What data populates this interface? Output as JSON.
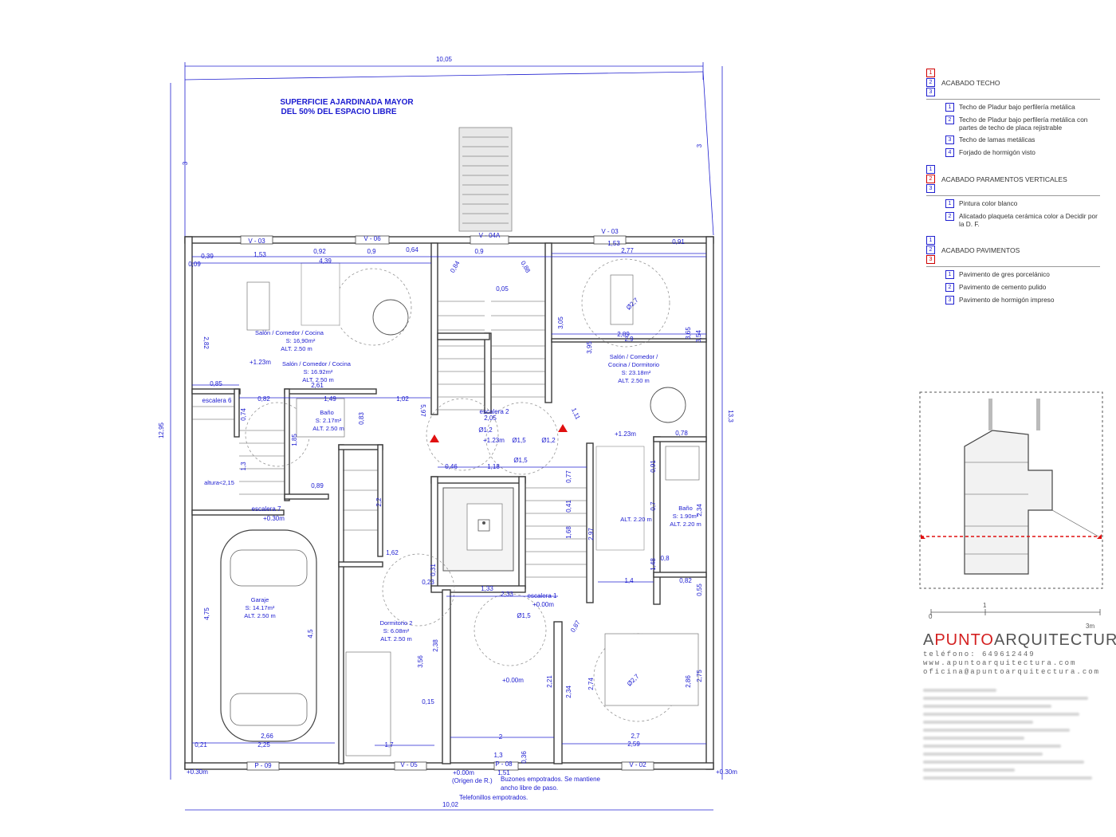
{
  "plan": {
    "total_width_top": "10,05",
    "total_width_bottom": "10,02",
    "total_height_left": "12,95",
    "total_height_right": "13,3",
    "garden_height_left": "3",
    "garden_height_right": "3",
    "garden_note_1": "SUPERFICIE AJARDINADA MAYOR",
    "garden_note_2": "DEL 50% DEL ESPACIO LIBRE",
    "windows": {
      "v03_left": "V - 03",
      "v06": "V - 06",
      "v04a": "V - 04A",
      "v03_right": "V - 03",
      "p09": "P - 09",
      "v05": "V - 05",
      "p08": "P - 08",
      "v02": "V - 02"
    },
    "rooms": {
      "salon1_name": "Salón / Comedor / Cocina",
      "salon1_area": "S: 16,90m²",
      "salon1_alt": "ALT. 2.50 m",
      "salon2_name": "Salón / Comedor / Cocina",
      "salon2_area": "S: 16.92m²",
      "salon2_alt": "ALT. 2.50 m",
      "salon3_name": "Salón / Comedor /",
      "salon3_name2": "Cocina / Dormitorio",
      "salon3_area": "S: 23.18m²",
      "salon3_alt": "ALT. 2.50 m",
      "bano1_name": "Baño",
      "bano1_area": "S: 2.17m²",
      "bano1_alt": "ALT. 2.50 m",
      "bano2_name": "Baño",
      "bano2_area": "S: 1.90m²",
      "bano2_alt": "ALT. 2.20 m",
      "garaje_name": "Garaje",
      "garaje_area": "S: 14.17m²",
      "garaje_alt": "ALT. 2.50 m",
      "dorm2_name": "Dormitorio 2",
      "dorm2_area": "S: 6.08m²",
      "dorm2_alt": "ALT. 2.50 m",
      "alt220": "ALT. 2.20 m"
    },
    "stairs": {
      "escalera2": "escalera 2",
      "escalera6": "escalera 6",
      "escalera7": "escalera 7",
      "escalera1": "escalera 1",
      "altura": "altura<2,15"
    },
    "levels": {
      "l123_a": "+1.23m",
      "l123_b": "+1.23m",
      "l123_c": "+1.23m",
      "l030_a": "+0.30m",
      "l030_b": "+0.30m",
      "l030_c": "+0.30m",
      "l000_a": "+0.00m",
      "l000_b": "+0.00m",
      "l000_c": "+0.00m",
      "origen": "(Origen de R.)"
    },
    "notes": {
      "buzones_1": "Buzones empotrados. Se mantiene",
      "buzones_2": "ancho libre de paso.",
      "telefonillos": "Telefonillos empotrados."
    },
    "dims": {
      "d039": "0,39",
      "d153": "1,53",
      "d092": "0,92",
      "d09": "0,9",
      "d064": "0,64",
      "d439": "4,39",
      "d009": "0,09",
      "d282": "2,82",
      "d085": "0,85",
      "d261": "2,61",
      "d082": "0,82",
      "d149": "1,49",
      "d102": "1,02",
      "d205": "2,05",
      "d597": "5,97",
      "d046": "0,46",
      "d118": "1,18",
      "d089": "0,89",
      "d185": "1,85",
      "d074": "0,74",
      "d13": "1,3",
      "d083": "0,83",
      "d22": "2,2",
      "d162": "1,62",
      "d031": "0,31",
      "d023": "0,23",
      "d133": "1,33",
      "d233": "2,33",
      "d475": "4,75",
      "d45": "4,5",
      "d266": "2,66",
      "d225": "2,25",
      "d021": "0,21",
      "d17": "1,7",
      "d356": "3,56",
      "d238": "2,38",
      "d015": "0,15",
      "d2": "2",
      "d13b": "1,3",
      "d151": "1,51",
      "d036": "0,36",
      "d221": "2,21",
      "d234": "2,34",
      "d274": "2,74",
      "d27": "2,7",
      "d259": "2,59",
      "d286": "2,86",
      "d275": "2,75",
      "d082b": "0,82",
      "d14": "1,4",
      "d055": "0,55",
      "d08": "0,8",
      "d148": "1,48",
      "d091b": "0,91",
      "d07": "0,7",
      "d234b": "2,34",
      "d078": "0,78",
      "d091": "0,91",
      "d277": "2,77",
      "d153b": "1,53",
      "d289": "2,89",
      "d29": "2,9",
      "d365": "3,65",
      "d354": "3,54",
      "d305": "3,05",
      "d395": "3,95",
      "d111": "1,11",
      "d077": "0,77",
      "d041": "0,41",
      "d168": "1,68",
      "d297": "2,97",
      "d087": "0,87",
      "d005": "0,05",
      "d084": "0,84",
      "d088": "0,88",
      "d09b": "0,9",
      "d012a": "Ø1,2",
      "d015a": "Ø1,5",
      "d012b": "Ø1,2",
      "d015b": "Ø1,5",
      "d027a": "Ø2,7",
      "d027b": "Ø2,7",
      "d015c": "Ø1,5"
    }
  },
  "legend": {
    "groups": [
      {
        "title": "ACABADO TECHO",
        "items": [
          {
            "n": "1",
            "text": "Techo de Pladur bajo perfilería metálica"
          },
          {
            "n": "2",
            "text": "Techo de Pladur bajo perfilería metálica con partes de techo de placa rejistrable"
          },
          {
            "n": "3",
            "text": "Techo de lamas metálicas"
          },
          {
            "n": "4",
            "text": "Forjado de hormigón visto"
          }
        ]
      },
      {
        "title": "ACABADO PARAMENTOS VERTICALES",
        "items": [
          {
            "n": "1",
            "text": "Pintura color blanco"
          },
          {
            "n": "2",
            "text": "Alicatado plaqueta cerámica color a Decidir por la D. F."
          }
        ]
      },
      {
        "title": "ACABADO PAVIMENTOS",
        "items": [
          {
            "n": "1",
            "text": "Pavimento de gres porcelánico"
          },
          {
            "n": "2",
            "text": "Pavimento de cemento pulido"
          },
          {
            "n": "3",
            "text": "Pavimento de hormigón impreso"
          }
        ]
      }
    ]
  },
  "scale": {
    "zero": "0",
    "one": "1",
    "three": "3m"
  },
  "brand": {
    "name_a": "A",
    "name_b": "PUNTO",
    "name_c": "ARQUITECTURA",
    "phone": "teléfono: 649612449",
    "web": "www.apuntoarquitectura.com",
    "email": "oficina@apuntoarquitectura.com"
  },
  "colors": {
    "dimension_blue": "#1a1ad0",
    "accent_red": "#d42020"
  }
}
